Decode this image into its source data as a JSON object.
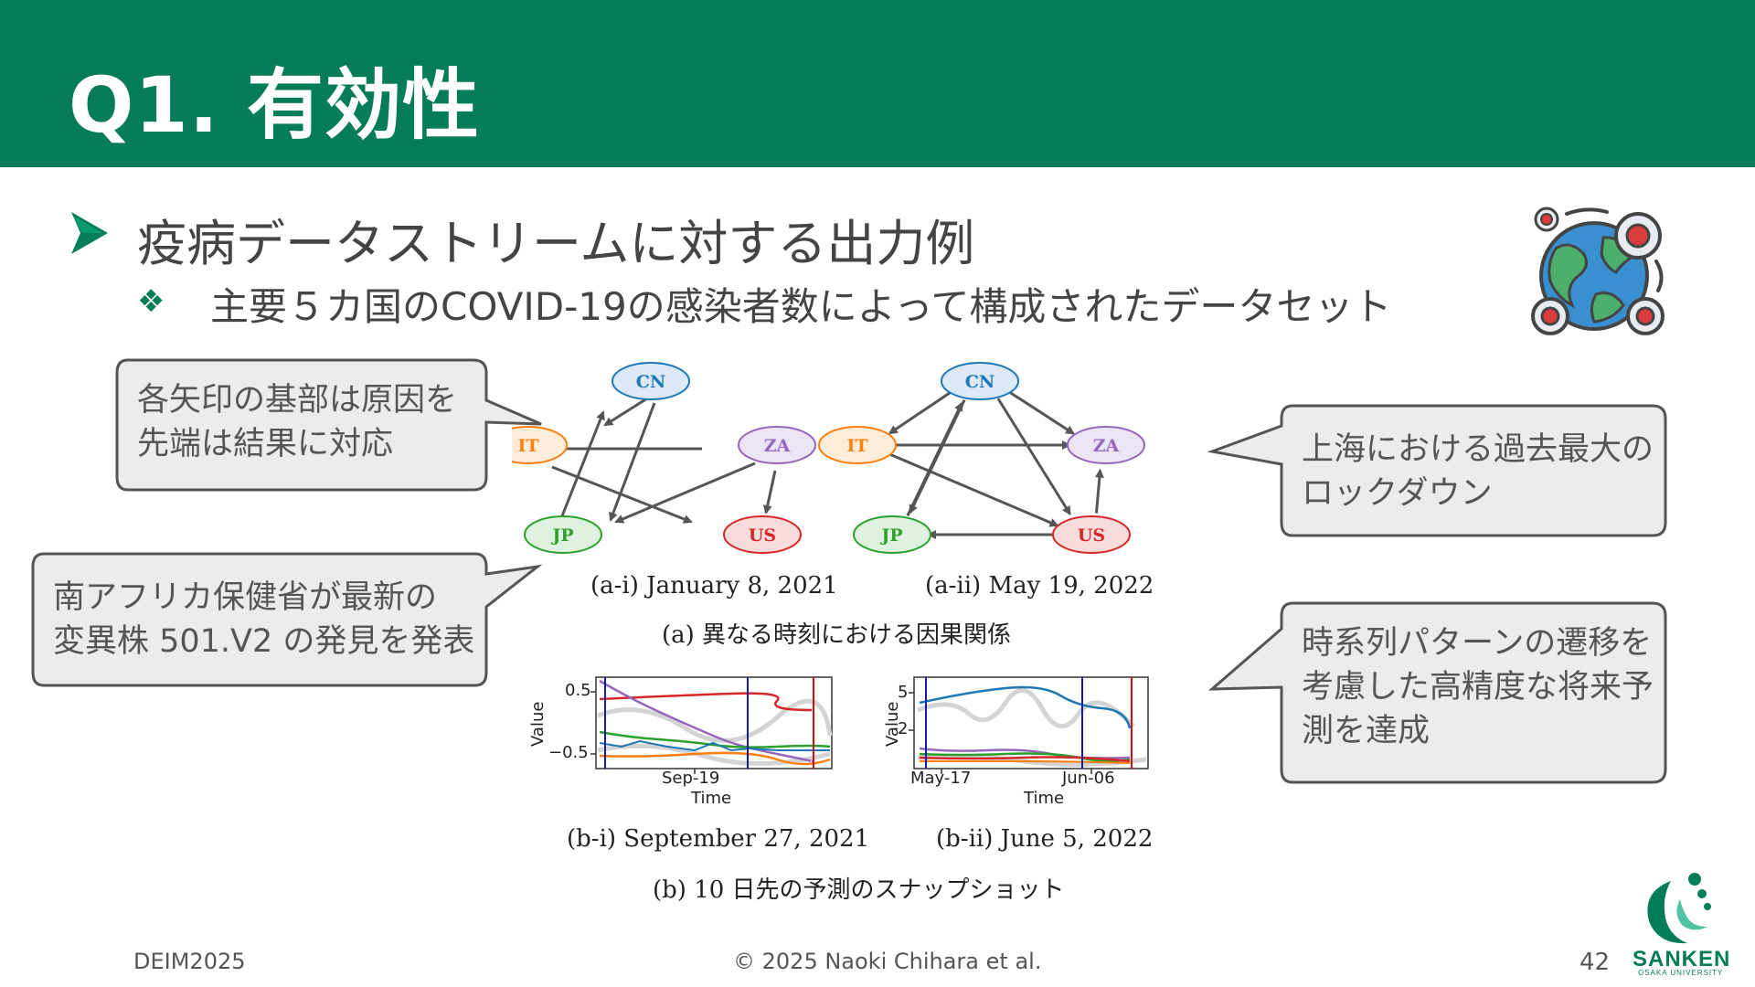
{
  "slide": {
    "title": "Q1. 有効性",
    "bullet_main": "疫病データストリームに対する出力例",
    "bullet_sub": "主要５カ国のCOVID-19の感染者数によって構成されたデータセット",
    "bullet_sub_mark": "❖"
  },
  "callouts": {
    "top_left": {
      "line1": "各矢印の基部は原因を",
      "line2": "先端は結果に対応"
    },
    "mid_left": {
      "line1": "南アフリカ保健省が最新の",
      "line2": "変異株 501.V2 の発見を発表"
    },
    "top_right": {
      "line1": "上海における過去最大の",
      "line2": "ロックダウン"
    },
    "mid_right": {
      "line1": "時系列パターンの遷移を",
      "line2": "考慮した高精度な将来予",
      "line3": "測を達成"
    }
  },
  "figure": {
    "graph_a1_caption": "(a-i) January 8, 2021",
    "graph_a2_caption": "(a-ii) May 19, 2022",
    "group_a_caption": "(a) 異なる時刻における因果関係",
    "plot_b1_caption": "(b-i) September 27, 2021",
    "plot_b2_caption": "(b-ii) June 5, 2022",
    "group_b_caption": "(b) 10 日先の予測のスナップショット",
    "nodes": [
      "CN",
      "IT",
      "ZA",
      "JP",
      "US"
    ],
    "node_colors": {
      "CN": "#1f77b4",
      "IT": "#ff7f0e",
      "ZA": "#9467bd",
      "JP": "#2ca02c",
      "US": "#d62728"
    },
    "plot_b1": {
      "ylabel": "Value",
      "xlabel": "Time",
      "ytick_top": "0.5",
      "ytick_bottom": "−0.5",
      "xtick": "Sep-19"
    },
    "plot_b2": {
      "ylabel": "Value",
      "xlabel": "Time",
      "ytick_top": "5",
      "ytick_bottom": "2",
      "xtick1": "May-17",
      "xtick2": "Jun-06"
    }
  },
  "footer": {
    "left": "DEIM2025",
    "center": "© 2025 Naoki Chihara et al.",
    "page": "42"
  },
  "logo": {
    "name": "SANKEN",
    "sub": "OSAKA UNIVERSITY"
  },
  "colors": {
    "header": "#067c58",
    "callout_fill": "#ececec",
    "callout_stroke": "#555555"
  }
}
